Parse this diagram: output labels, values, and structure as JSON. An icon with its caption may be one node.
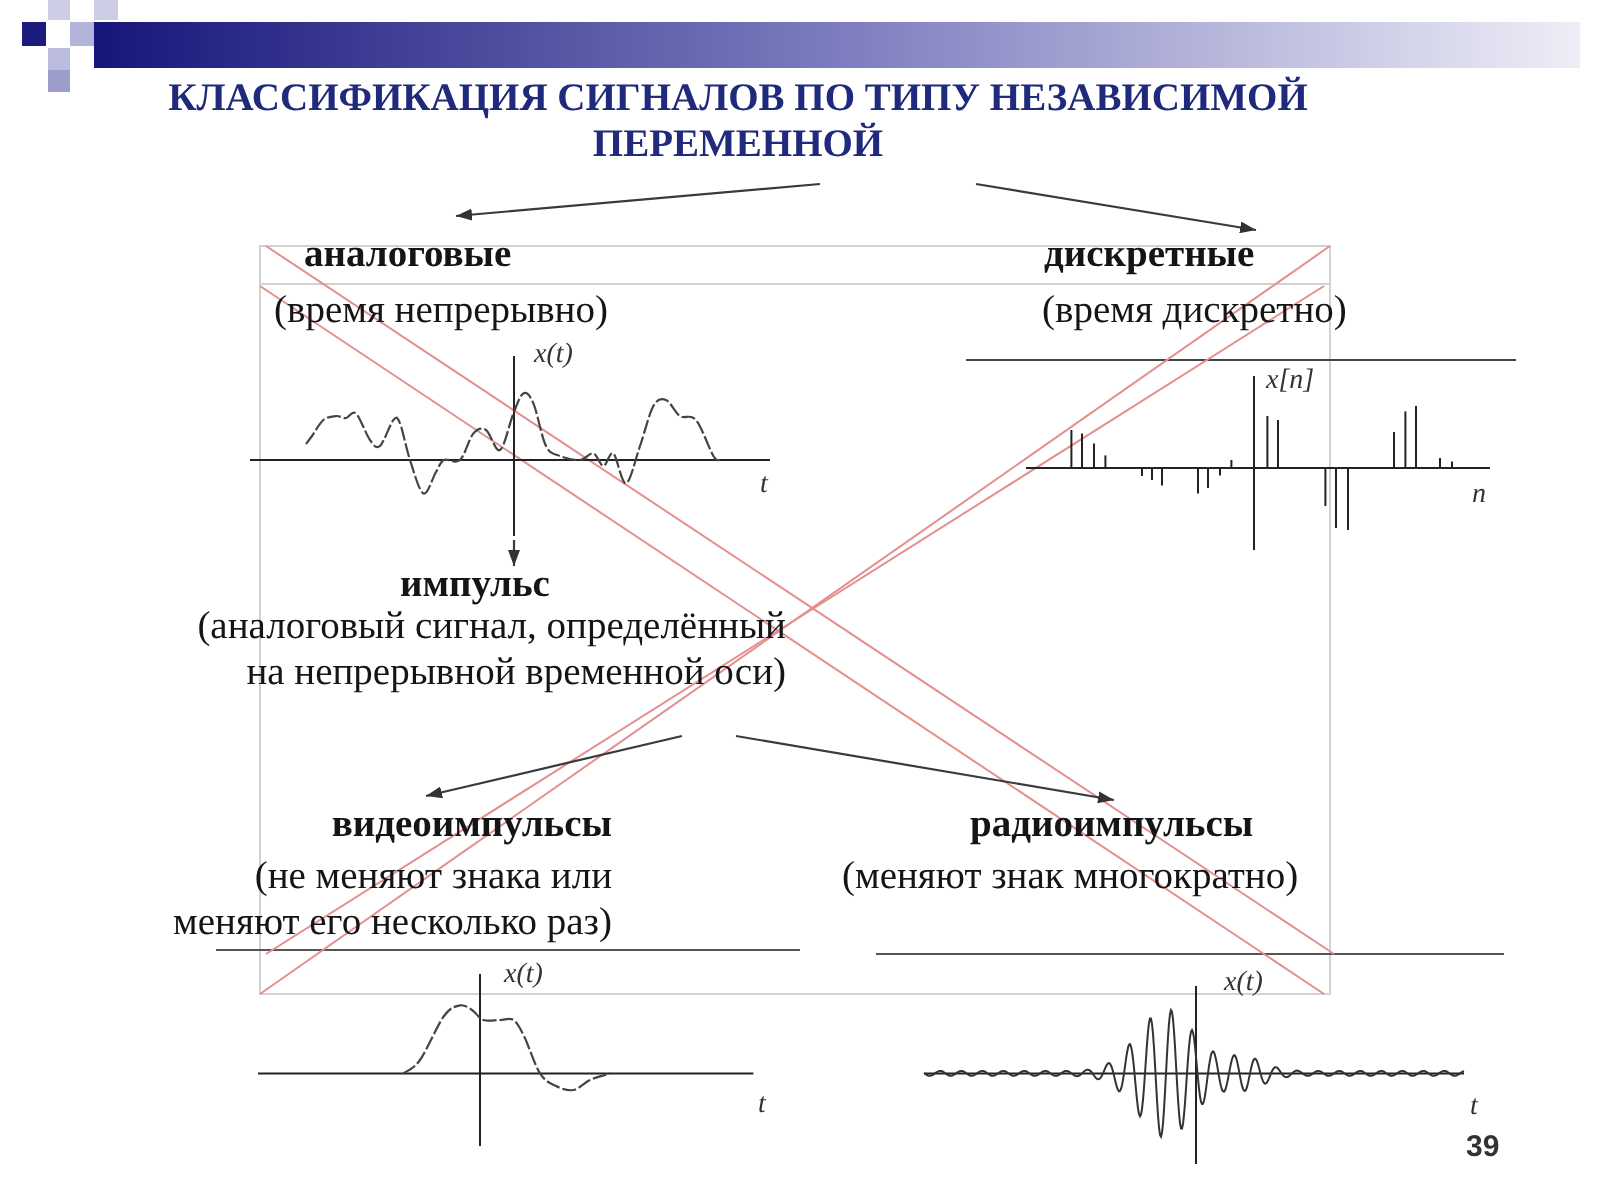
{
  "diagram": {
    "nodes": [
      {
        "text": [
          "КЛАССИФИКАЦИЯ СИГНАЛОВ ПО ТИПУ НЕЗАВИСИМОЙ ПЕРЕМЕННОЙ"
        ]
      },
      {
        "text": [
          "аналоговые",
          "(время непрерывно)"
        ]
      },
      {
        "text": [
          "дискретные",
          "(время дискретно)"
        ]
      },
      {
        "text": [],
        "shape": "picture"
      },
      {
        "text": [
          "импульс",
          "(аналоговый сигнал, определённый на непрерывной временной оси)"
        ]
      },
      {
        "text": [
          "видеоимпульсы",
          "(не меняют знака или меняют его несколько раз)"
        ]
      },
      {
        "text": [
          "радиоимпульсы",
          "(меняют знак многократно)"
        ]
      }
    ],
    "edges": [
      {
        "from": 0,
        "to": 1,
        "arrow": "to"
      },
      {
        "from": 0,
        "to": 2,
        "arrow": "to"
      },
      {
        "from": 3,
        "to": 4,
        "arrow": "to"
      },
      {
        "from": 4,
        "to": 5,
        "arrow": "to"
      },
      {
        "from": 4,
        "to": 6,
        "arrow": "to"
      }
    ],
    "labels": [
      "x(t)",
      "t",
      "x[n]",
      "n",
      "x(t)",
      "t",
      "x(t)",
      "t",
      "39"
    ]
  }
}
